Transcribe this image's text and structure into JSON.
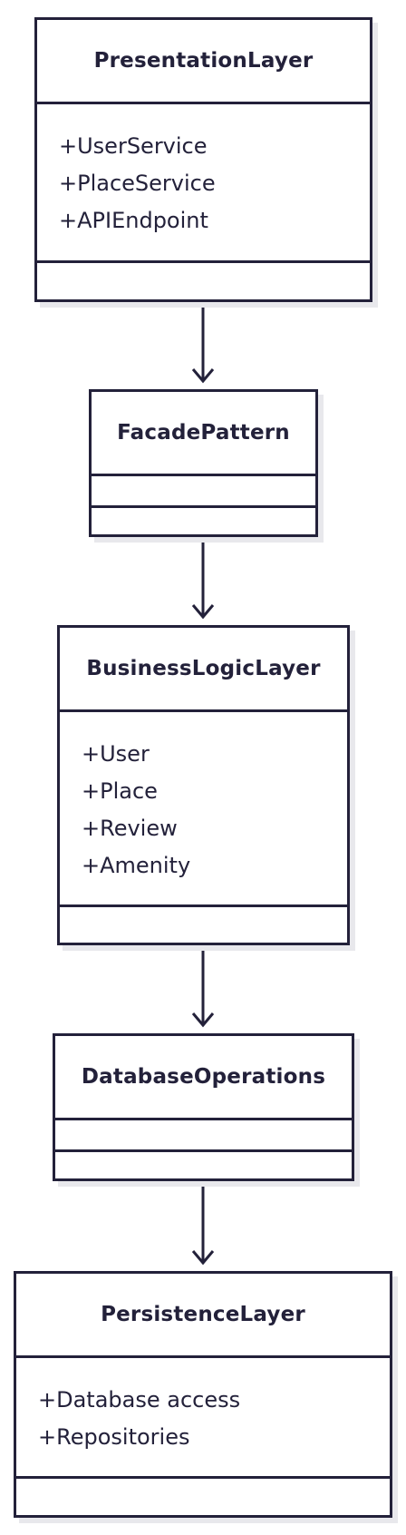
{
  "diagram": {
    "classes": [
      {
        "name": "PresentationLayer",
        "attributes": [
          "+UserService",
          "+PlaceService",
          "+APIEndpoint"
        ],
        "methods": []
      },
      {
        "name": "FacadePattern",
        "attributes": [],
        "methods": []
      },
      {
        "name": "BusinessLogicLayer",
        "attributes": [
          "+User",
          "+Place",
          "+Review",
          "+Amenity"
        ],
        "methods": []
      },
      {
        "name": "DatabaseOperations",
        "attributes": [],
        "methods": []
      },
      {
        "name": "PersistenceLayer",
        "attributes": [
          "+Database access",
          "+Repositories"
        ],
        "methods": []
      }
    ],
    "relations": [
      {
        "from": "PresentationLayer",
        "to": "FacadePattern",
        "type": "association-arrow"
      },
      {
        "from": "FacadePattern",
        "to": "BusinessLogicLayer",
        "type": "association-arrow"
      },
      {
        "from": "BusinessLogicLayer",
        "to": "DatabaseOperations",
        "type": "association-arrow"
      },
      {
        "from": "DatabaseOperations",
        "to": "PersistenceLayer",
        "type": "association-arrow"
      }
    ],
    "colors": {
      "stroke": "#23213a",
      "fill": "#ffffff",
      "shadow": "#e8e8ec"
    }
  }
}
